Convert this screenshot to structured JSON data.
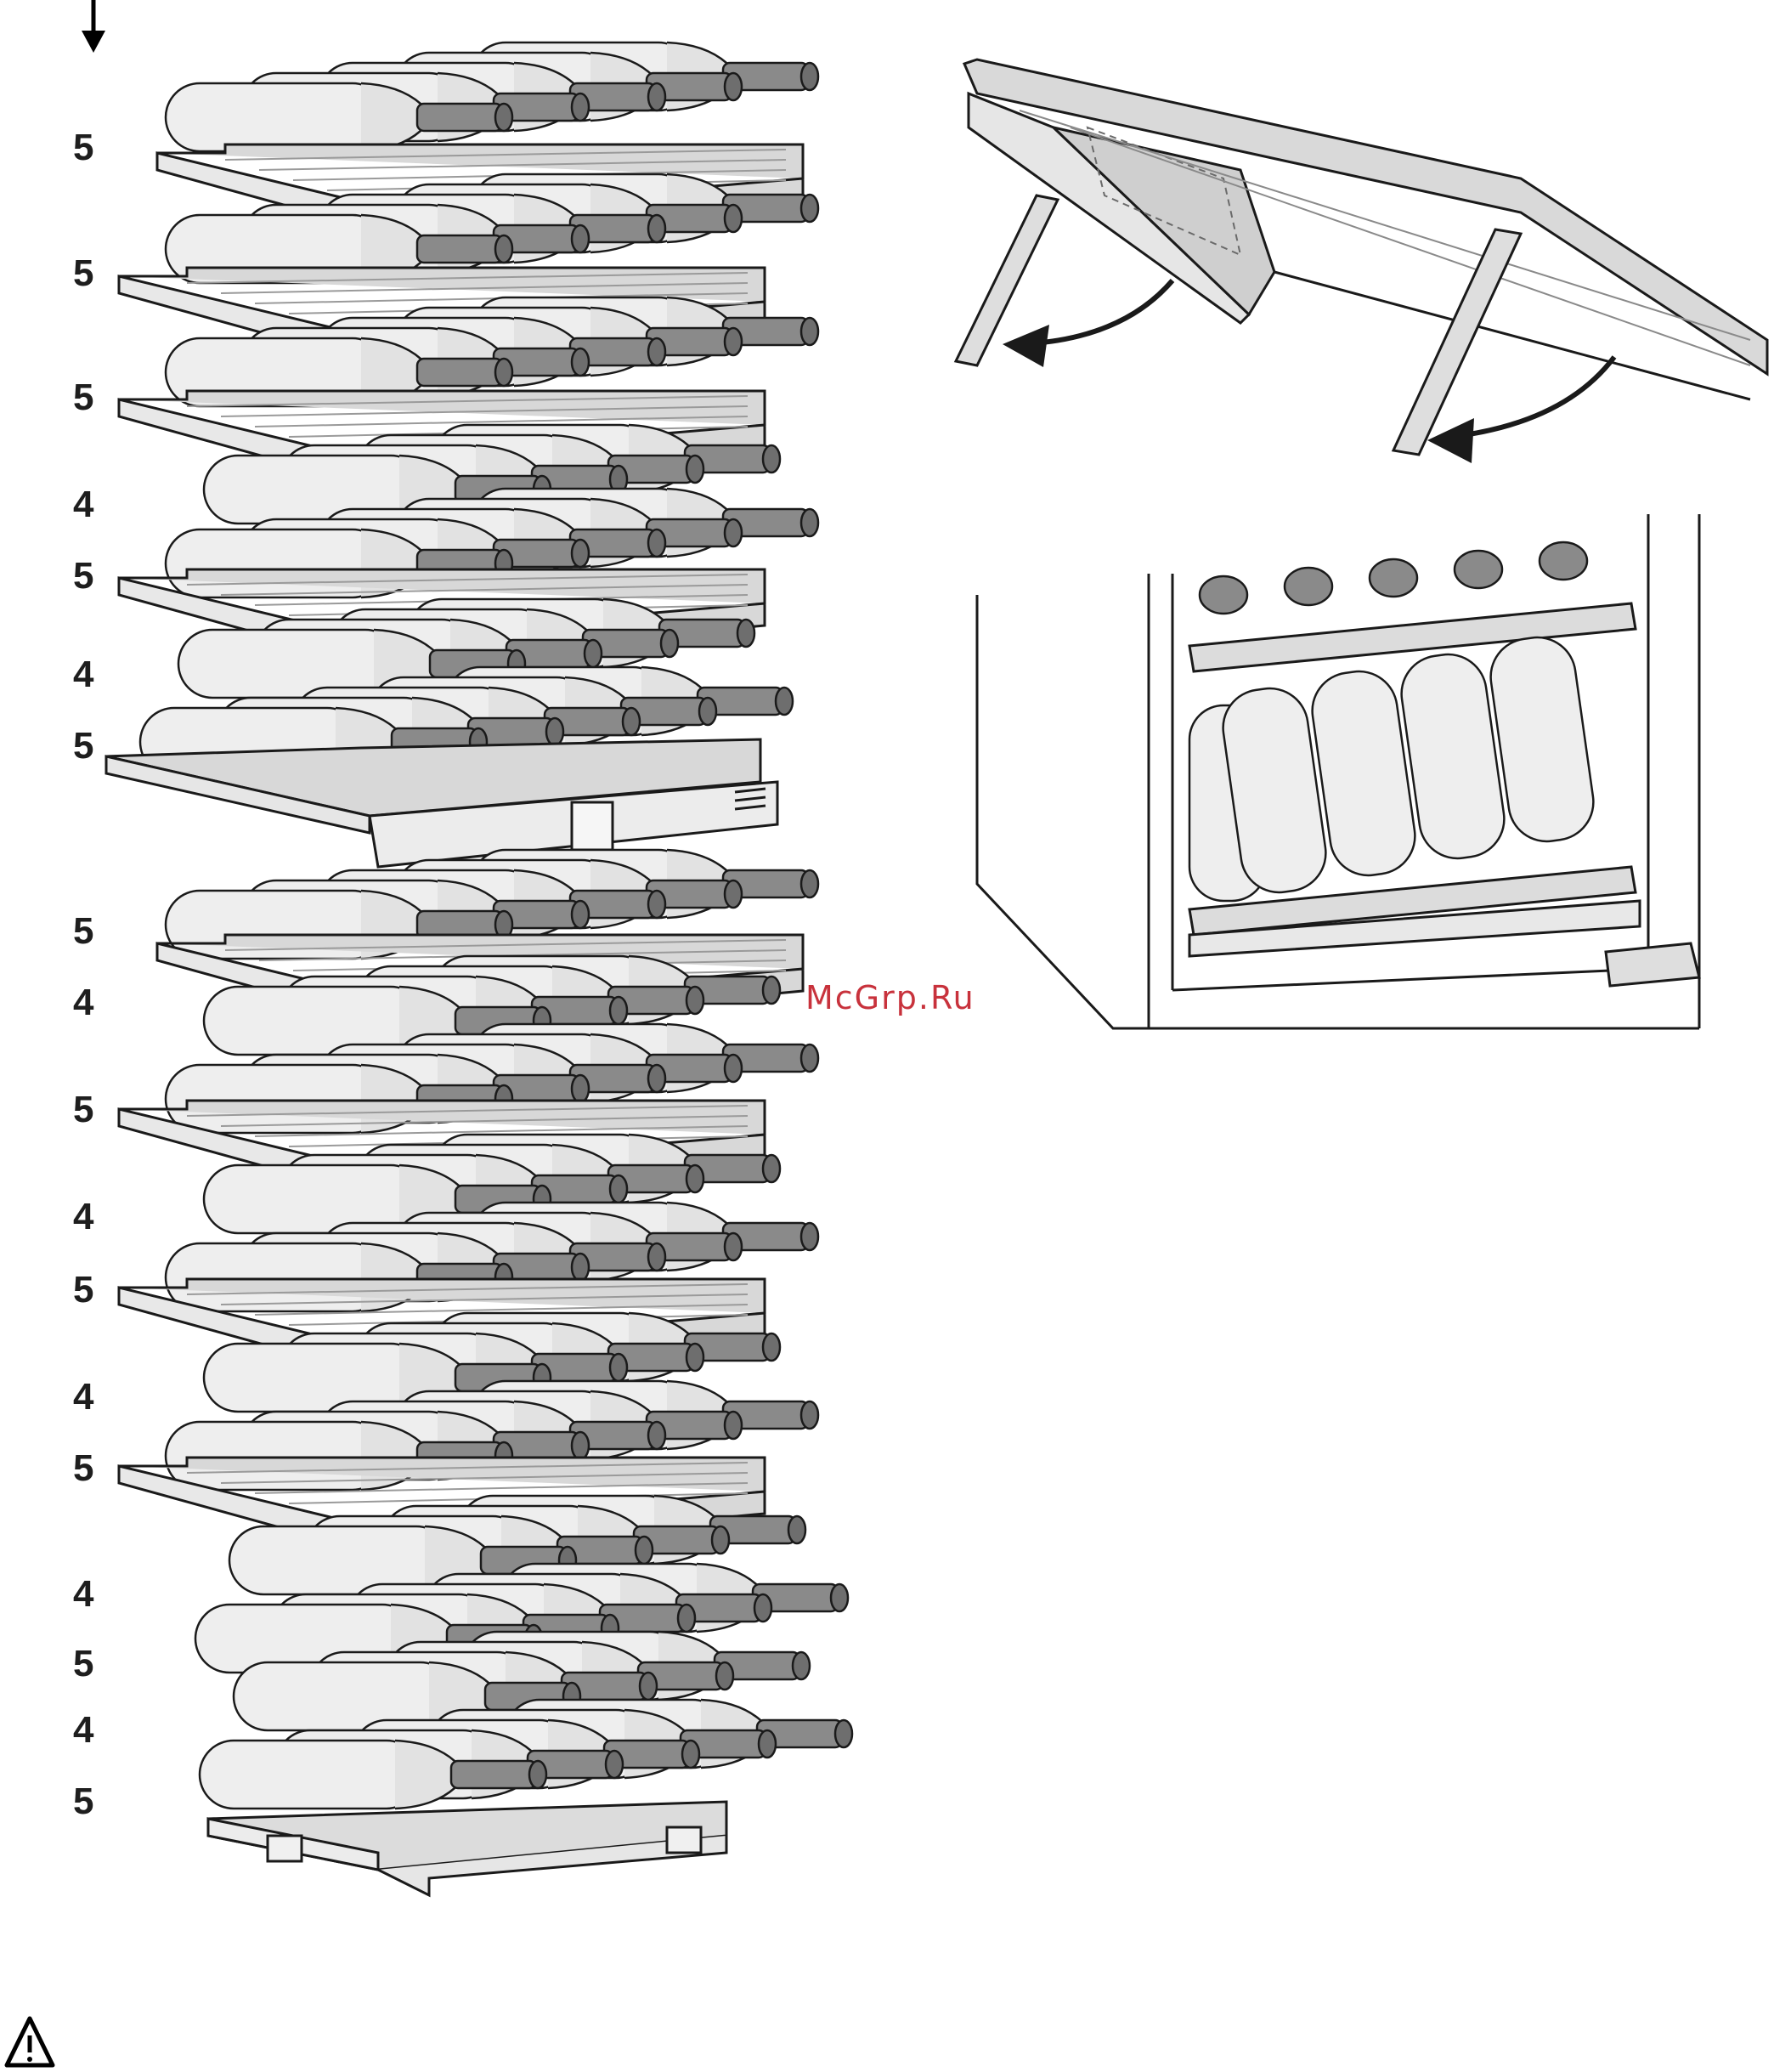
{
  "rack_labels": [
    "5",
    "5",
    "5",
    "4",
    "5",
    "4",
    "5",
    "5",
    "4",
    "5",
    "4",
    "5",
    "4",
    "5",
    "4",
    "5",
    "4",
    "5"
  ],
  "watermark": "McGrp.Ru",
  "colors": {
    "bottle": "#eeeeee",
    "neck": "#8a8a8a",
    "shelf": "#d8d8d8",
    "line": "#1a1a1a"
  },
  "icons": {
    "warning": "warning-triangle-icon",
    "arrow": "down-arrow-icon"
  }
}
